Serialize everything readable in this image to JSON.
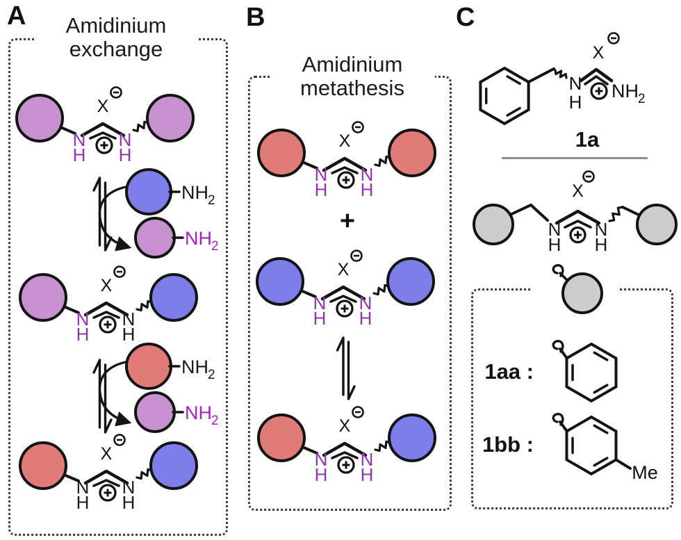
{
  "panels": {
    "a": {
      "label": "A",
      "title": [
        "Amidinium",
        "exchange"
      ]
    },
    "b": {
      "label": "B",
      "title": [
        "Amidinium",
        "metathesis"
      ],
      "plus": "+"
    },
    "c": {
      "label": "C",
      "compound": "1a",
      "r1aa": "1aa :",
      "r1bb": "1bb :",
      "me": "Me"
    }
  },
  "chem": {
    "x": "X",
    "n": "N",
    "h": "H",
    "nh": "NH",
    "sub2": "2",
    "charge_minus": "−",
    "charge_plus": "+"
  },
  "colors": {
    "purple": "#c691ce",
    "blue": "#7e7eea",
    "red": "#e07b78",
    "gray": "#cdcdcd",
    "outline": "#131313",
    "black": "#1a1a1a",
    "n_purple": "#9333b3",
    "amine_purple": "#a81fc6",
    "arrow": "#141414",
    "border": "#3c3c3c",
    "divider": "#8f8f8f"
  },
  "structures": {
    "a1": {
      "left": "purple",
      "right": "purple",
      "n_left": "n_purple",
      "n_right": "n_purple"
    },
    "a2": {
      "left": "purple",
      "right": "blue",
      "n_left": "n_purple",
      "n_right": "black"
    },
    "a3": {
      "left": "red",
      "right": "blue",
      "n_left": "black",
      "n_right": "black"
    },
    "b1": {
      "left": "red",
      "right": "red",
      "n_left": "n_purple",
      "n_right": "n_purple"
    },
    "b2": {
      "left": "blue",
      "right": "blue",
      "n_left": "n_purple",
      "n_right": "n_purple"
    },
    "b3": {
      "left": "red",
      "right": "blue",
      "n_left": "n_purple",
      "n_right": "n_purple"
    },
    "c": {
      "left": "gray",
      "right": "gray",
      "n_left": "black",
      "n_right": "black"
    },
    "amines": {
      "ex1_in": {
        "fill": "blue",
        "text": "black"
      },
      "ex1_out": {
        "fill": "purple",
        "text": "amine_purple"
      },
      "ex2_in": {
        "fill": "red",
        "text": "black"
      },
      "ex2_out": {
        "fill": "purple",
        "text": "amine_purple"
      }
    }
  }
}
